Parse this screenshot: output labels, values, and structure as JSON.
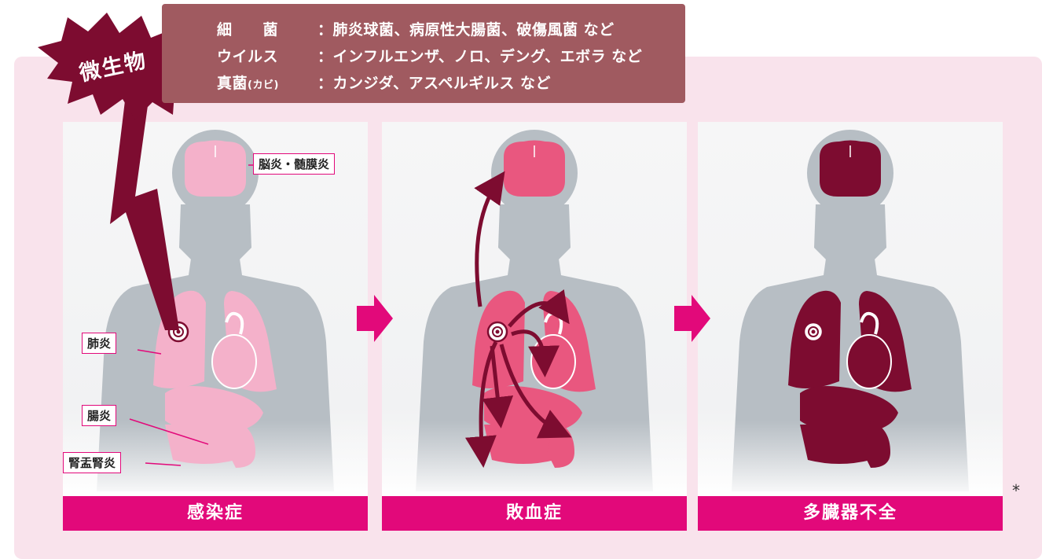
{
  "microbes": {
    "burst_label": "微生物",
    "rows": [
      {
        "label": "細　　菌",
        "label_small": "",
        "separator": "：",
        "examples": "肺炎球菌、病原性大腸菌、破傷風菌 など"
      },
      {
        "label": "ウイルス",
        "label_small": "",
        "separator": "：",
        "examples": "インフルエンザ、ノロ、デング、エボラ など"
      },
      {
        "label": "真菌",
        "label_small": "(カビ)",
        "separator": "：",
        "examples": "カンジダ、アスペルギルス など"
      }
    ]
  },
  "panels": [
    {
      "stage": "感染症",
      "organ_color": "#f4b1ca",
      "brain_color": "#f4b1ca"
    },
    {
      "stage": "敗血症",
      "organ_color": "#e9577f",
      "brain_color": "#e9577f"
    },
    {
      "stage": "多臓器不全",
      "organ_color": "#7d0c30",
      "brain_color": "#7d0c30"
    }
  ],
  "callouts": {
    "brain": "脳炎・髄膜炎",
    "lung": "肺炎",
    "intestine": "腸炎",
    "kidney": "腎盂腎炎"
  },
  "footnote": "*",
  "colors": {
    "accent": "#e2097a",
    "info_bg": "#a05a60",
    "burst": "#7d0c30",
    "body": "#b7bec4"
  }
}
